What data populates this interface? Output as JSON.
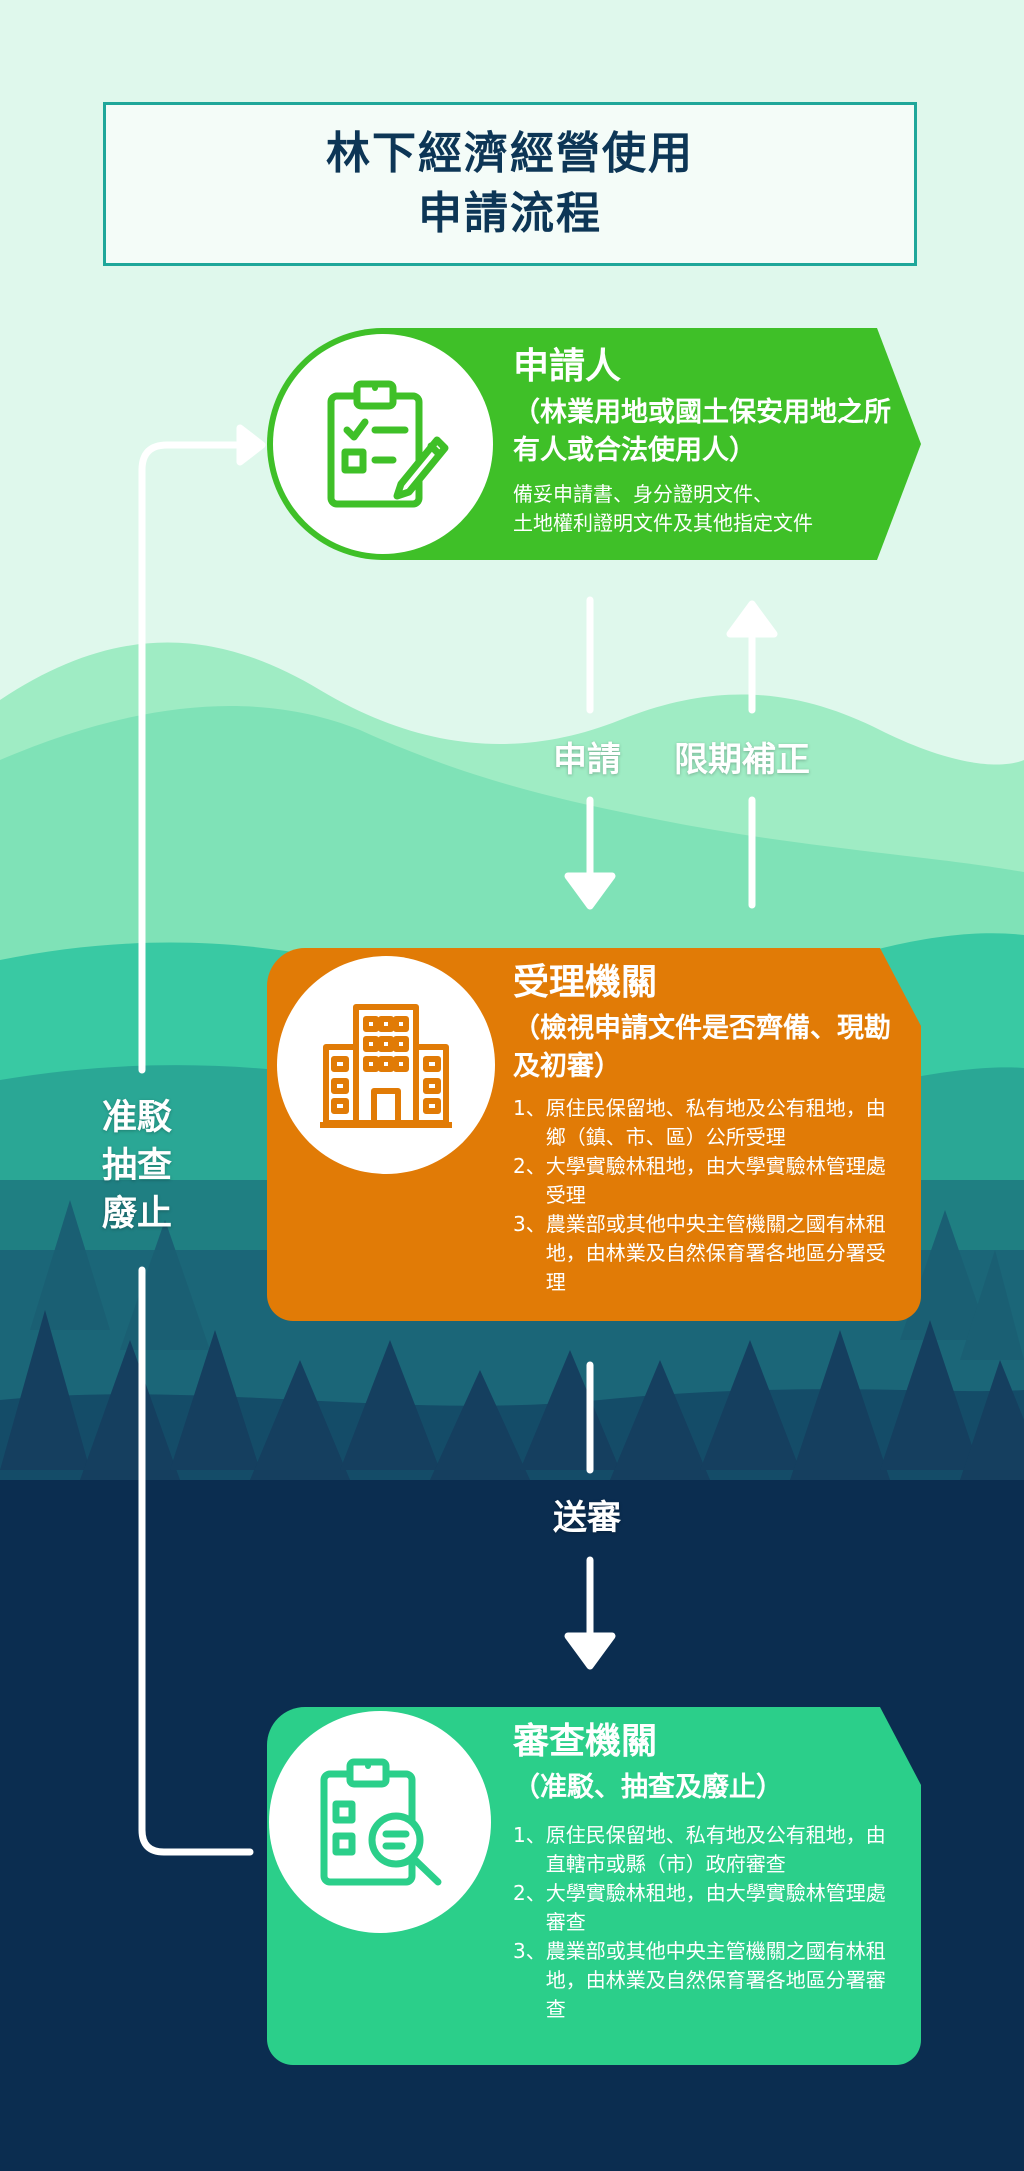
{
  "title": {
    "line1": "林下經濟經營使用",
    "line2": "申請流程"
  },
  "colors": {
    "applicant_card": "#3fc028",
    "agency_card": "#e17b06",
    "review_card": "#2bcf8a",
    "title_border": "#1fa79a",
    "title_text": "#0d3656",
    "night_forest": "#0b2d50"
  },
  "applicant": {
    "icon": "clipboard-pen-icon",
    "title": "申請人",
    "subtitle": "（林業用地或國土保安用地之所有人或合法使用人）",
    "desc_line1": "備妥申請書、身分證明文件、",
    "desc_line2": "土地權利證明文件及其他指定文件"
  },
  "flow": {
    "apply": "申請",
    "correct": "限期補正",
    "submit": "送審",
    "side_line1": "准駁",
    "side_line2": "抽查",
    "side_line3": "廢止"
  },
  "agency": {
    "icon": "office-building-icon",
    "title": "受理機關",
    "subtitle": "（檢視申請文件是否齊備、現勘及初審）",
    "items": [
      {
        "num": "1、",
        "text": "原住民保留地、私有地及公有租地，由鄉（鎮、市、區）公所受理"
      },
      {
        "num": "2、",
        "text": "大學實驗林租地，由大學實驗林管理處受理"
      },
      {
        "num": "3、",
        "text": "農業部或其他中央主管機關之國有林租地，由林業及自然保育署各地區分署受理"
      }
    ]
  },
  "review": {
    "icon": "clipboard-magnifier-icon",
    "title": "審查機關",
    "subtitle": "（准駁、抽查及廢止）",
    "items": [
      {
        "num": "1、",
        "text": "原住民保留地、私有地及公有租地，由直轄市或縣（市）政府審查"
      },
      {
        "num": "2、",
        "text": "大學實驗林租地，由大學實驗林管理處審查"
      },
      {
        "num": "3、",
        "text": "農業部或其他中央主管機關之國有林租地，由林業及自然保育署各地區分署審查"
      }
    ]
  }
}
